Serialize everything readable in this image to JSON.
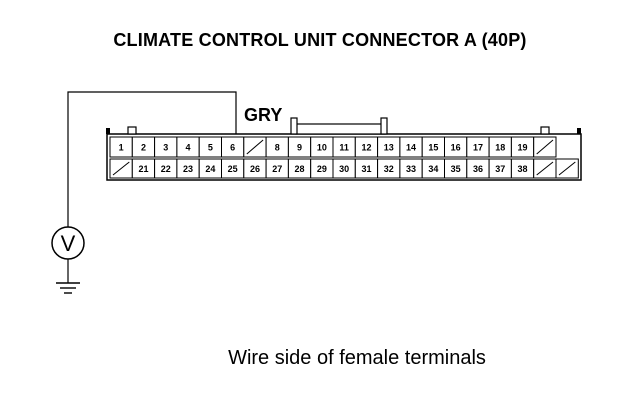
{
  "title": "CLIMATE CONTROL UNIT CONNECTOR A (40P)",
  "wire_color": "GRY",
  "caption": "Wire side of female terminals",
  "connector": {
    "top_row": [
      "1",
      "2",
      "3",
      "4",
      "5",
      "6",
      "",
      "8",
      "9",
      "10",
      "11",
      "12",
      "13",
      "14",
      "15",
      "16",
      "17",
      "18",
      "19",
      ""
    ],
    "bottom_row": [
      "",
      "21",
      "22",
      "23",
      "24",
      "25",
      "26",
      "27",
      "28",
      "29",
      "30",
      "31",
      "32",
      "33",
      "34",
      "35",
      "36",
      "37",
      "38",
      "",
      ""
    ]
  },
  "meter_symbol": "V"
}
